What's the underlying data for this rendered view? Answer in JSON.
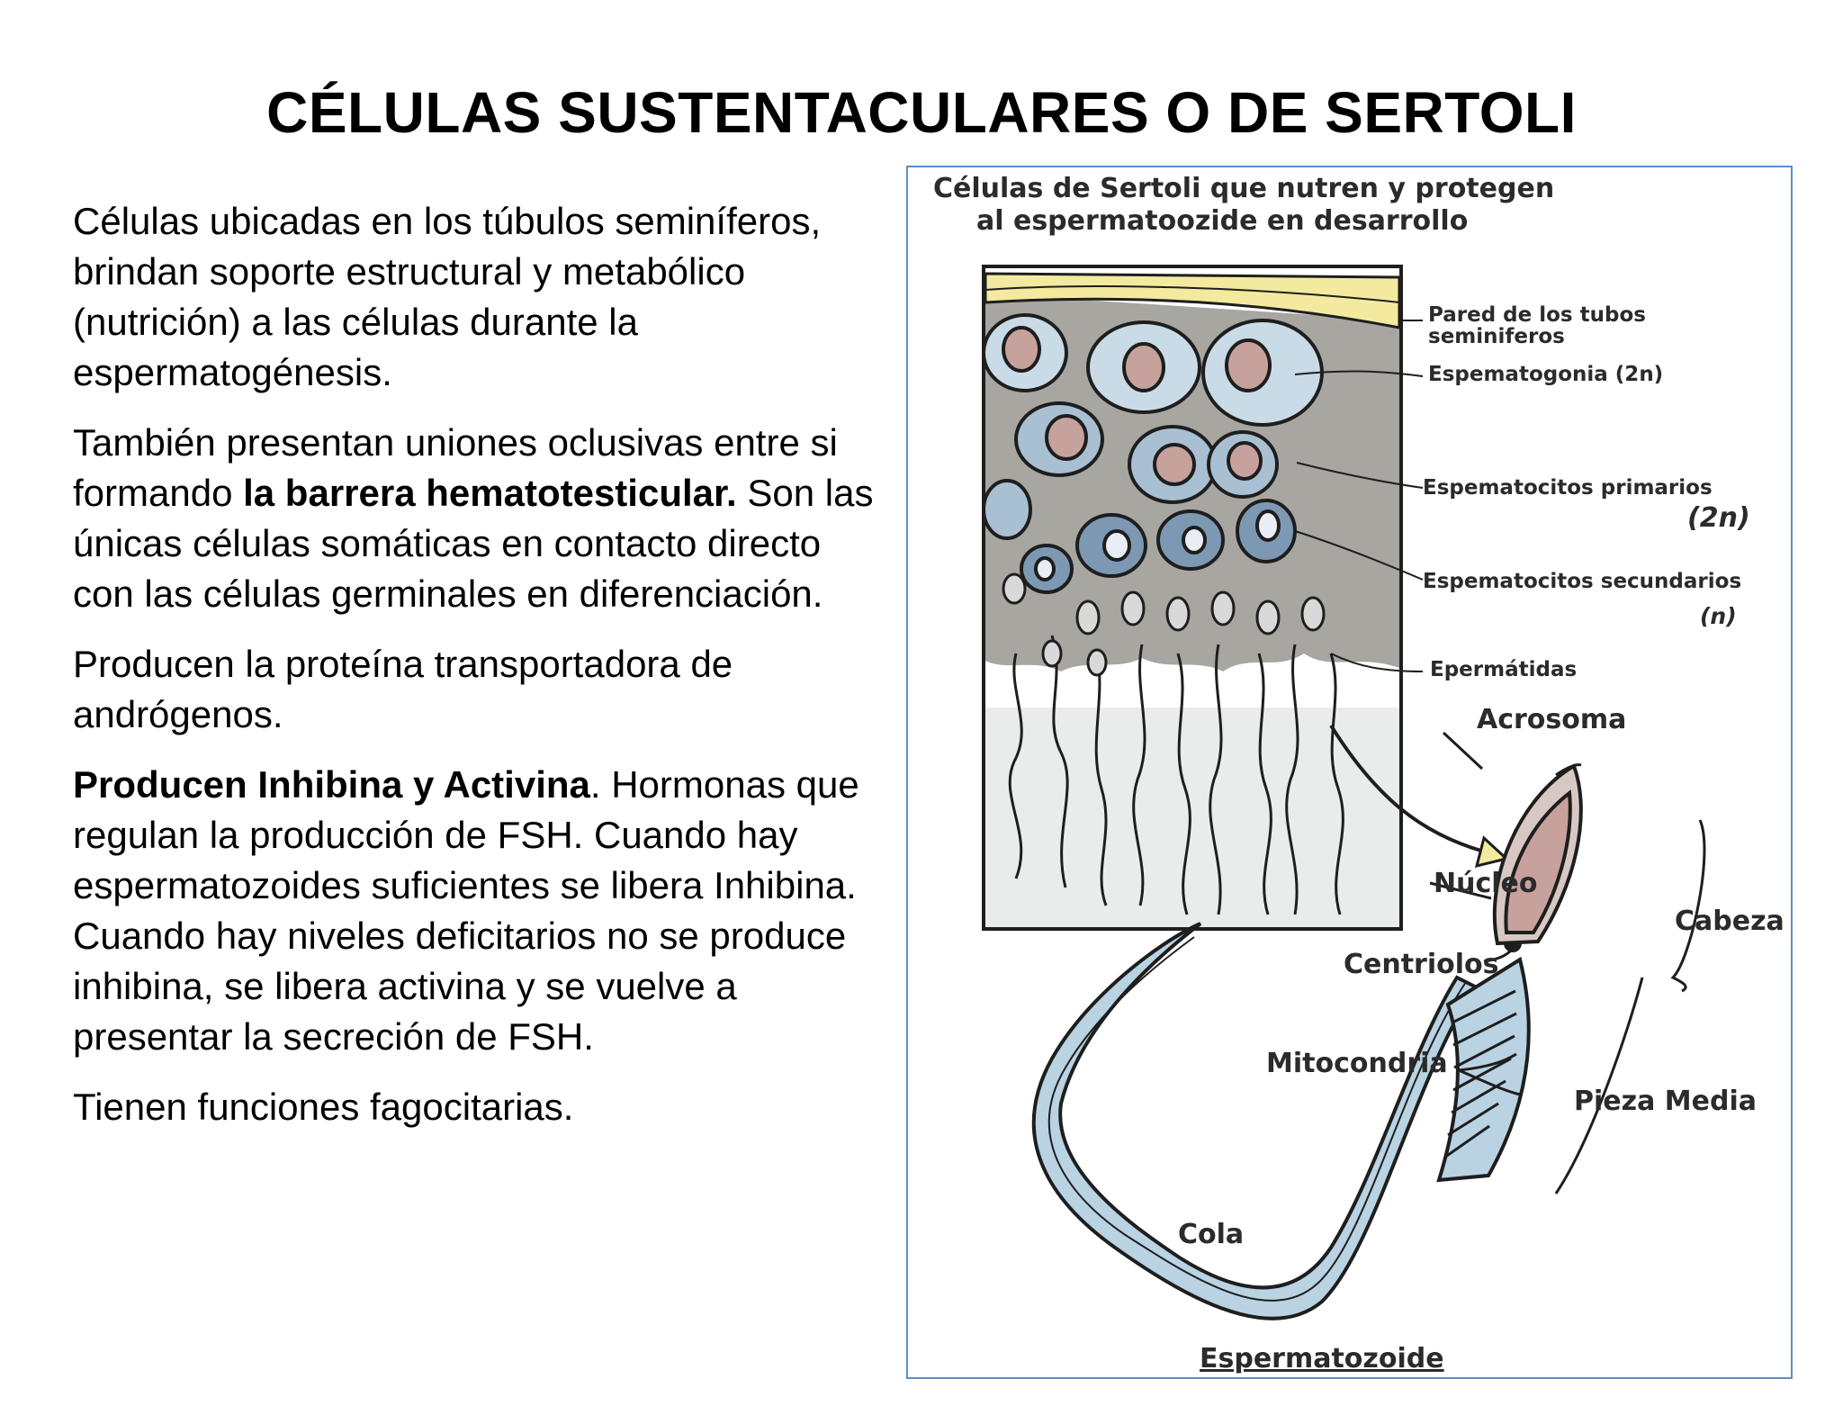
{
  "slide": {
    "title": "CÉLULAS SUSTENTACULARES O DE SERTOLI"
  },
  "body": {
    "p1": "Células ubicadas en los túbulos seminíferos, brindan soporte estructural y metabólico (nutrición) a las células durante la espermatogénesis.",
    "p2_a": "También presentan uniones oclusivas entre si formando ",
    "p2_bold": "la barrera hematotesticular.",
    "p2_b": " Son las únicas células somáticas en contacto directo con las células germinales en diferenciación.",
    "p3": "Producen la proteína transportadora de andrógenos.",
    "p4_bold": "Producen Inhibina y Activina",
    "p4_rest": ". Hormonas que regulan la producción de FSH. Cuando hay espermatozoides suficientes se libera Inhibina. Cuando hay niveles deficitarios no se produce inhibina, se libera activina y se vuelve a presentar la secreción de FSH.",
    "p5": "Tienen funciones fagocitarias."
  },
  "figure": {
    "title_line1": "Células de Sertoli que nutren y protegen",
    "title_line2": "al espermatoozide en desarrollo",
    "labels": {
      "pared_1": "Pared de los tubos",
      "pared_2": "seminiferos",
      "espermatogonia": "Espematogonia (2n)",
      "primarios": "Espematocitos primarios",
      "primarios_ploidy": "(2n)",
      "secundarios": "Espematocitos secundarios",
      "secundarios_ploidy": "(n)",
      "espermatidas": "Epermátidas",
      "acrosoma": "Acrosoma",
      "nucleo": "Núcleo",
      "cabeza": "Cabeza",
      "centriolos": "Centriolos",
      "mitocondria": "Mitocondria",
      "pieza_media": "Pieza Media",
      "cola": "Cola",
      "espermatozoide": "Espermatozoide"
    },
    "colors": {
      "frame": "#5b8fc7",
      "tissue": "#a7a6a1",
      "wall": "#f3eaa0",
      "cell_light": "#c9dbe6",
      "cell_dark": "#7d98b3",
      "nucleus": "#c7a29d",
      "sperm_body": "#b9d3e3"
    }
  }
}
